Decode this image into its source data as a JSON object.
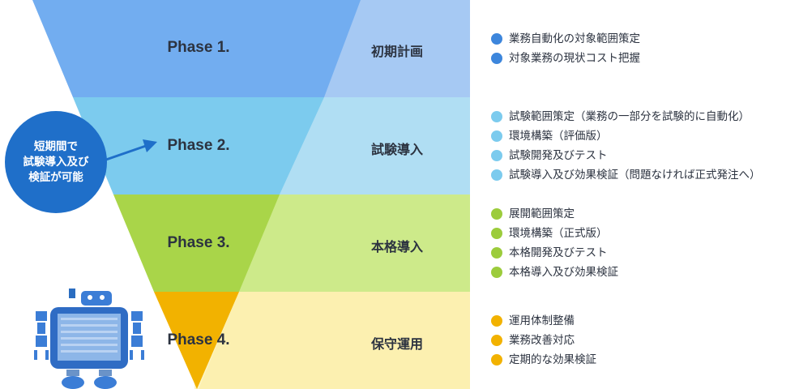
{
  "phases": [
    {
      "phase": "Phase 1.",
      "stage": "初期計画",
      "color": "#3d86dc",
      "tasks": [
        "業務自動化の対象範囲策定",
        "対象業務の現状コスト把握"
      ]
    },
    {
      "phase": "Phase 2.",
      "stage": "試験導入",
      "color": "#7ccbee",
      "tasks": [
        "試験範囲策定（業務の一部分を試験的に自動化）",
        "環境構築（評価版）",
        "試験開発及びテスト",
        "試験導入及び効果検証（問題なければ正式発注へ）"
      ]
    },
    {
      "phase": "Phase 3.",
      "stage": "本格導入",
      "color": "#9ccc3c",
      "tasks": [
        "展開範囲策定",
        "環境構築（正式版）",
        "本格開発及びテスト",
        "本格導入及び効果検証"
      ]
    },
    {
      "phase": "Phase 4.",
      "stage": "保守運用",
      "color": "#f2b200",
      "tasks": [
        "運用体制整備",
        "業務改善対応",
        "定期的な効果検証"
      ]
    }
  ],
  "callout": {
    "text": "短期間で\n試験導入及び\n検証が可能",
    "color": "#1f6fc9"
  },
  "robot_icon": "robot-icon"
}
